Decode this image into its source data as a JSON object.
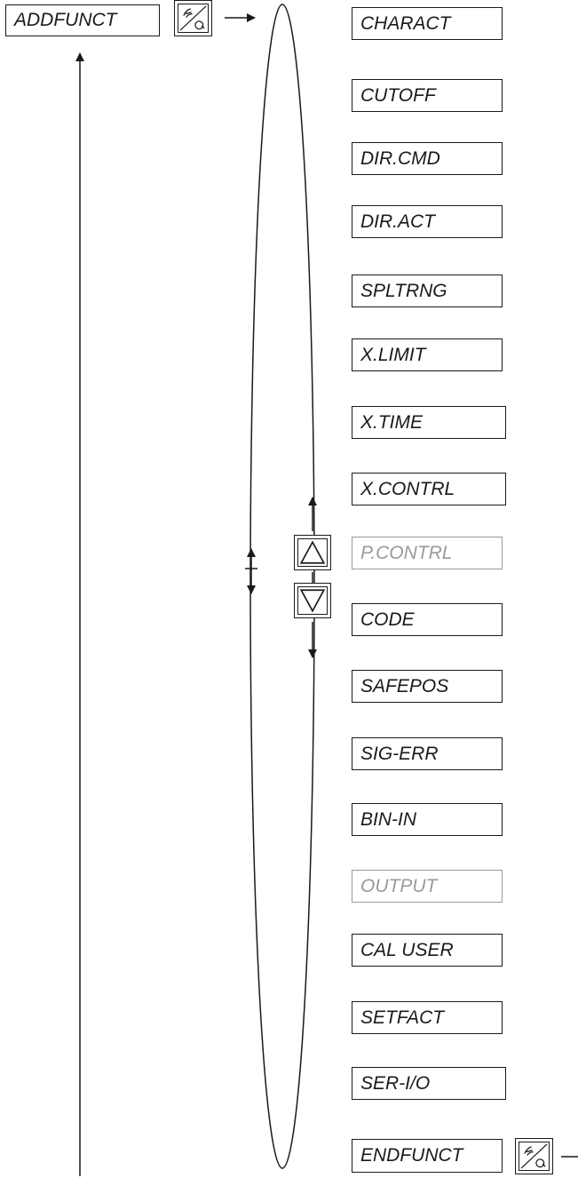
{
  "root_label": "ADDFUNCT",
  "end_label": "ENDFUNCT",
  "menu_items": [
    {
      "label": "CHARACT",
      "enabled": true
    },
    {
      "label": "CUTOFF",
      "enabled": true
    },
    {
      "label": "DIR.CMD",
      "enabled": true
    },
    {
      "label": "DIR.ACT",
      "enabled": true
    },
    {
      "label": "SPLTRNG",
      "enabled": true
    },
    {
      "label": "X.LIMIT",
      "enabled": true
    },
    {
      "label": "X.TIME",
      "enabled": true
    },
    {
      "label": "X.CONTRL",
      "enabled": true
    },
    {
      "label": "P.CONTRL",
      "enabled": false
    },
    {
      "label": "CODE",
      "enabled": true
    },
    {
      "label": "SAFEPOS",
      "enabled": true
    },
    {
      "label": "SIG-ERR",
      "enabled": true
    },
    {
      "label": "BIN-IN",
      "enabled": true
    },
    {
      "label": "OUTPUT",
      "enabled": false
    },
    {
      "label": "CAL USER",
      "enabled": true
    },
    {
      "label": "SETFACT",
      "enabled": true
    }
  ],
  "last_item": "SER-I/O",
  "icons": {
    "enter_key": "hand-enter-key-icon",
    "up_key": "up-triangle-key-icon",
    "down_key": "down-triangle-key-icon"
  },
  "colors": {
    "line": "#1a1a1a",
    "disabled": "#9a9a9a"
  }
}
